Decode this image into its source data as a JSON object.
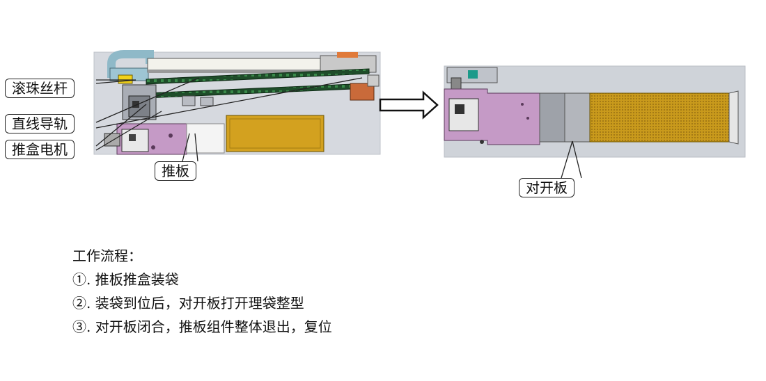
{
  "left_labels": {
    "ball_screw": "滚珠丝杆",
    "linear_guide": "直线导轨",
    "push_box_motor": "推盒电机",
    "push_plate": "推板"
  },
  "right_labels": {
    "split_plate": "对开板"
  },
  "workflow": {
    "title": "工作流程：",
    "steps": [
      "①. 推板推盒装袋",
      "②. 装袋到位后，对开板打开理袋整型",
      "③. 对开板闭合，推板组件整体退出，复位"
    ]
  }
}
